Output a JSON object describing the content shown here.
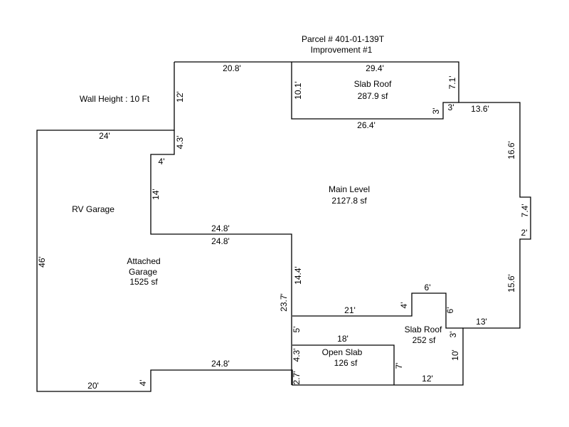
{
  "header": {
    "parcel": "Parcel # 401-01-139T",
    "improvement": "Improvement #1"
  },
  "wall_height": "Wall Height : 10 Ft",
  "areas": {
    "slab_roof_top": {
      "name": "Slab Roof",
      "area": "287.9 sf"
    },
    "main_level": {
      "name": "Main Level",
      "area": "2127.8 sf"
    },
    "rv_garage": {
      "name": "RV Garage"
    },
    "attached_garage": {
      "name1": "Attached",
      "name2": "Garage",
      "area": "1525 sf"
    },
    "slab_roof_bottom": {
      "name": "Slab Roof",
      "area": "252 sf"
    },
    "open_slab": {
      "name": "Open Slab",
      "area": "126 sf"
    }
  },
  "dims": {
    "d_20_8": "20.8'",
    "d_29_4": "29.4'",
    "d_7_1": "7.1'",
    "d_10_1": "10.1'",
    "d_12": "12'",
    "d_3a": "3'",
    "d_3b": "3'",
    "d_13_6": "13.6'",
    "d_26_4": "26.4'",
    "d_24": "24'",
    "d_4_3a": "4.3'",
    "d_4a": "4'",
    "d_16_6": "16.6'",
    "d_14": "14'",
    "d_7_4": "7.4'",
    "d_2": "2'",
    "d_24_8a": "24.8'",
    "d_24_8b": "24.8'",
    "d_46": "46'",
    "d_14_4": "14.4'",
    "d_15_6": "15.6'",
    "d_6a": "6'",
    "d_23_7": "23.7'",
    "d_21": "21'",
    "d_4b": "4'",
    "d_6b": "6'",
    "d_13": "13'",
    "d_3c": "3'",
    "d_5": "5'",
    "d_18": "18'",
    "d_10": "10'",
    "d_4_3b": "4.3'",
    "d_7": "7'",
    "d_24_8c": "24.8'",
    "d_2_7": "2.7'",
    "d_12b": "12'",
    "d_20": "20'",
    "d_4c": "4'"
  }
}
